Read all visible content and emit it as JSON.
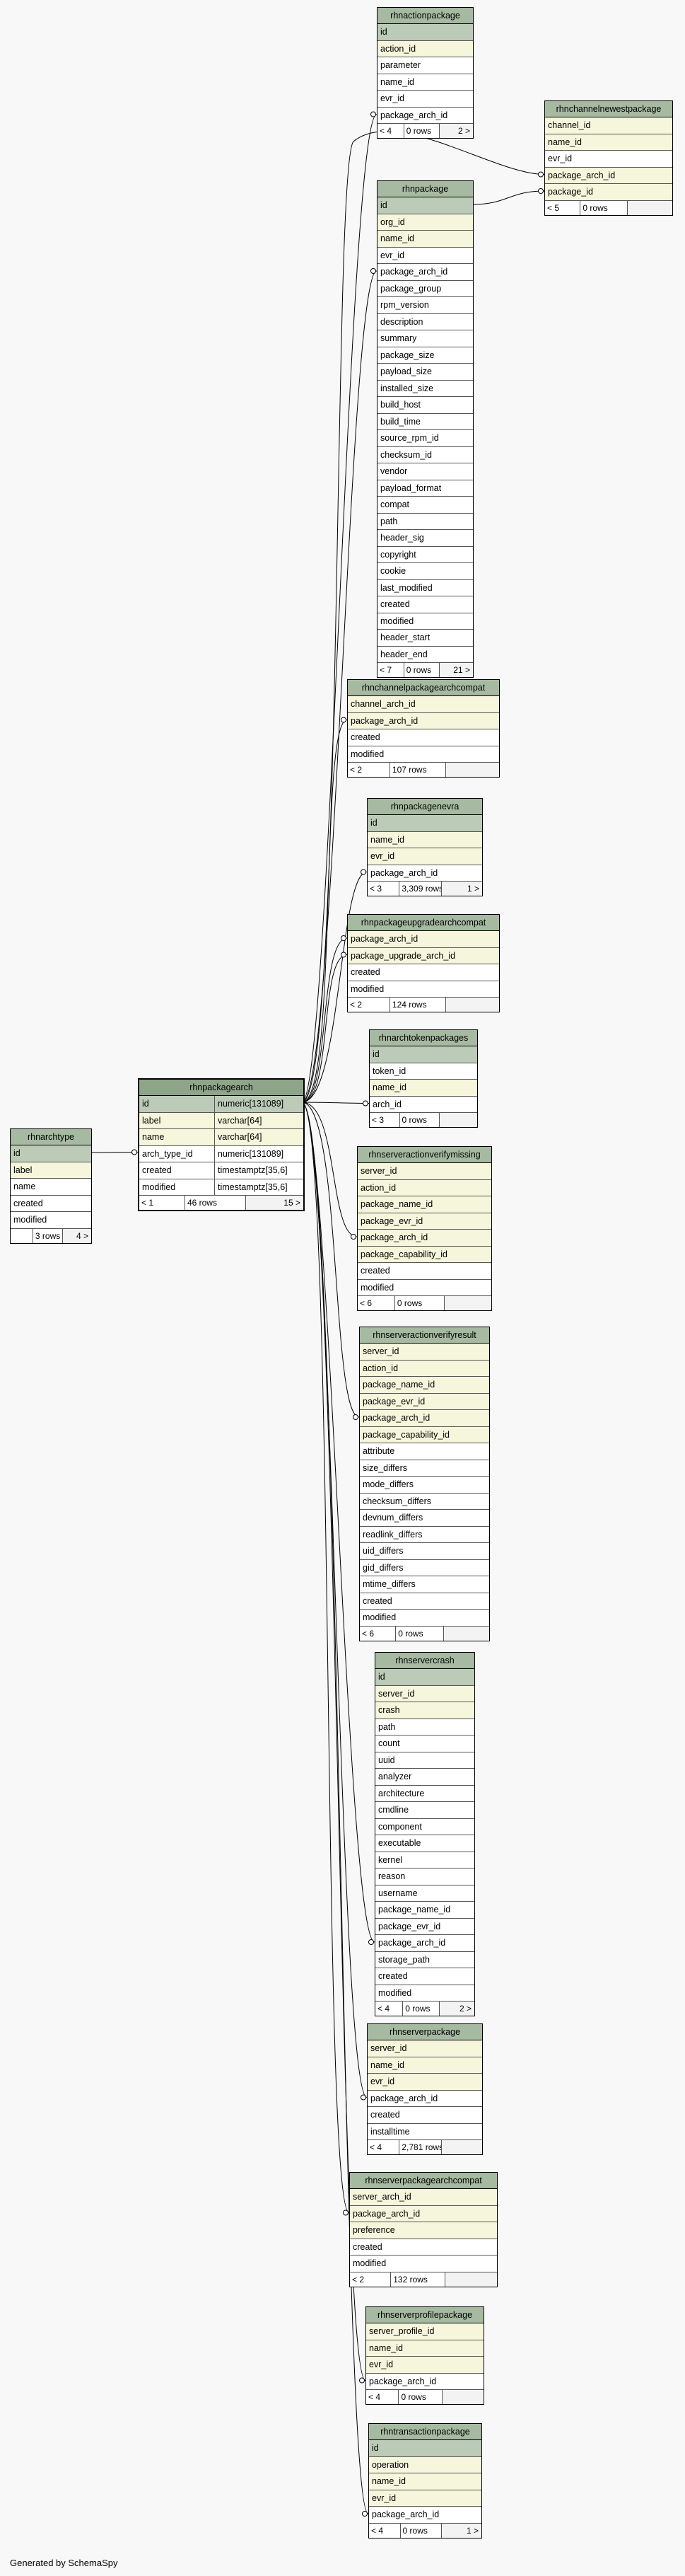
{
  "footer_text": "Generated by SchemaSpy",
  "tables": {
    "rhnactionpackage": {
      "title": "rhnactionpackage",
      "columns": [
        {
          "name": "id",
          "kind": "pk"
        },
        {
          "name": "action_id",
          "kind": "fk"
        },
        {
          "name": "parameter",
          "kind": "plain"
        },
        {
          "name": "name_id",
          "kind": "plain"
        },
        {
          "name": "evr_id",
          "kind": "plain"
        },
        {
          "name": "package_arch_id",
          "kind": "plain"
        }
      ],
      "footer": [
        "< 4",
        "0 rows",
        "2 >"
      ]
    },
    "rhnchannelnewestpackage": {
      "title": "rhnchannelnewestpackage",
      "columns": [
        {
          "name": "channel_id",
          "kind": "fk"
        },
        {
          "name": "name_id",
          "kind": "fk"
        },
        {
          "name": "evr_id",
          "kind": "plain"
        },
        {
          "name": "package_arch_id",
          "kind": "fk"
        },
        {
          "name": "package_id",
          "kind": "fk"
        }
      ],
      "footer": [
        "< 5",
        "0 rows",
        ""
      ]
    },
    "rhnpackage": {
      "title": "rhnpackage",
      "columns": [
        {
          "name": "id",
          "kind": "pk"
        },
        {
          "name": "org_id",
          "kind": "fk"
        },
        {
          "name": "name_id",
          "kind": "fk"
        },
        {
          "name": "evr_id",
          "kind": "plain"
        },
        {
          "name": "package_arch_id",
          "kind": "plain"
        },
        {
          "name": "package_group",
          "kind": "plain"
        },
        {
          "name": "rpm_version",
          "kind": "plain"
        },
        {
          "name": "description",
          "kind": "plain"
        },
        {
          "name": "summary",
          "kind": "plain"
        },
        {
          "name": "package_size",
          "kind": "plain"
        },
        {
          "name": "payload_size",
          "kind": "plain"
        },
        {
          "name": "installed_size",
          "kind": "plain"
        },
        {
          "name": "build_host",
          "kind": "plain"
        },
        {
          "name": "build_time",
          "kind": "plain"
        },
        {
          "name": "source_rpm_id",
          "kind": "plain"
        },
        {
          "name": "checksum_id",
          "kind": "plain"
        },
        {
          "name": "vendor",
          "kind": "plain"
        },
        {
          "name": "payload_format",
          "kind": "plain"
        },
        {
          "name": "compat",
          "kind": "plain"
        },
        {
          "name": "path",
          "kind": "plain"
        },
        {
          "name": "header_sig",
          "kind": "plain"
        },
        {
          "name": "copyright",
          "kind": "plain"
        },
        {
          "name": "cookie",
          "kind": "plain"
        },
        {
          "name": "last_modified",
          "kind": "plain"
        },
        {
          "name": "created",
          "kind": "plain"
        },
        {
          "name": "modified",
          "kind": "plain"
        },
        {
          "name": "header_start",
          "kind": "plain"
        },
        {
          "name": "header_end",
          "kind": "plain"
        }
      ],
      "footer": [
        "< 7",
        "0 rows",
        "21 >"
      ]
    },
    "rhnchannelpackagearchcompat": {
      "title": "rhnchannelpackagearchcompat",
      "columns": [
        {
          "name": "channel_arch_id",
          "kind": "fk"
        },
        {
          "name": "package_arch_id",
          "kind": "fk"
        },
        {
          "name": "created",
          "kind": "plain"
        },
        {
          "name": "modified",
          "kind": "plain"
        }
      ],
      "footer": [
        "< 2",
        "107 rows",
        ""
      ]
    },
    "rhnpackagenevra": {
      "title": "rhnpackagenevra",
      "columns": [
        {
          "name": "id",
          "kind": "pk"
        },
        {
          "name": "name_id",
          "kind": "fk"
        },
        {
          "name": "evr_id",
          "kind": "fk"
        },
        {
          "name": "package_arch_id",
          "kind": "plain"
        }
      ],
      "footer": [
        "< 3",
        "3,309 rows",
        "1 >"
      ]
    },
    "rhnpackageupgradearchcompat": {
      "title": "rhnpackageupgradearchcompat",
      "columns": [
        {
          "name": "package_arch_id",
          "kind": "fk"
        },
        {
          "name": "package_upgrade_arch_id",
          "kind": "fk"
        },
        {
          "name": "created",
          "kind": "plain"
        },
        {
          "name": "modified",
          "kind": "plain"
        }
      ],
      "footer": [
        "< 2",
        "124 rows",
        ""
      ]
    },
    "rhnarchtypeapackages": {
      "title": "rhnarchtypepackages",
      "columns": [],
      "footer": []
    },
    "rhnarchtokenpackages": {
      "title": "rhnarchtokenpackages",
      "columns": [
        {
          "name": "id",
          "kind": "pk"
        },
        {
          "name": "token_id",
          "kind": "plain"
        },
        {
          "name": "name_id",
          "kind": "fk"
        },
        {
          "name": "arch_id",
          "kind": "plain"
        }
      ],
      "footer": [
        "< 3",
        "0 rows",
        ""
      ]
    },
    "rhnserveractionverifymissing": {
      "title": "rhnserveractionverifymissing",
      "columns": [
        {
          "name": "server_id",
          "kind": "fk"
        },
        {
          "name": "action_id",
          "kind": "fk"
        },
        {
          "name": "package_name_id",
          "kind": "fk"
        },
        {
          "name": "package_evr_id",
          "kind": "fk"
        },
        {
          "name": "package_arch_id",
          "kind": "fk"
        },
        {
          "name": "package_capability_id",
          "kind": "fk"
        },
        {
          "name": "created",
          "kind": "plain"
        },
        {
          "name": "modified",
          "kind": "plain"
        }
      ],
      "footer": [
        "< 6",
        "0 rows",
        ""
      ]
    },
    "rhnserveractionverifyresult": {
      "title": "rhnserveractionverifyresult",
      "columns": [
        {
          "name": "server_id",
          "kind": "fk"
        },
        {
          "name": "action_id",
          "kind": "fk"
        },
        {
          "name": "package_name_id",
          "kind": "fk"
        },
        {
          "name": "package_evr_id",
          "kind": "fk"
        },
        {
          "name": "package_arch_id",
          "kind": "fk"
        },
        {
          "name": "package_capability_id",
          "kind": "fk"
        },
        {
          "name": "attribute",
          "kind": "plain"
        },
        {
          "name": "size_differs",
          "kind": "plain"
        },
        {
          "name": "mode_differs",
          "kind": "plain"
        },
        {
          "name": "checksum_differs",
          "kind": "plain"
        },
        {
          "name": "devnum_differs",
          "kind": "plain"
        },
        {
          "name": "readlink_differs",
          "kind": "plain"
        },
        {
          "name": "uid_differs",
          "kind": "plain"
        },
        {
          "name": "gid_differs",
          "kind": "plain"
        },
        {
          "name": "mtime_differs",
          "kind": "plain"
        },
        {
          "name": "created",
          "kind": "plain"
        },
        {
          "name": "modified",
          "kind": "plain"
        }
      ],
      "footer": [
        "< 6",
        "0 rows",
        ""
      ]
    },
    "rhnservercrash": {
      "title": "rhnservercrash",
      "columns": [
        {
          "name": "id",
          "kind": "pk"
        },
        {
          "name": "server_id",
          "kind": "fk"
        },
        {
          "name": "crash",
          "kind": "fk"
        },
        {
          "name": "path",
          "kind": "plain"
        },
        {
          "name": "count",
          "kind": "plain"
        },
        {
          "name": "uuid",
          "kind": "plain"
        },
        {
          "name": "analyzer",
          "kind": "plain"
        },
        {
          "name": "architecture",
          "kind": "plain"
        },
        {
          "name": "cmdline",
          "kind": "plain"
        },
        {
          "name": "component",
          "kind": "plain"
        },
        {
          "name": "executable",
          "kind": "plain"
        },
        {
          "name": "kernel",
          "kind": "plain"
        },
        {
          "name": "reason",
          "kind": "plain"
        },
        {
          "name": "username",
          "kind": "plain"
        },
        {
          "name": "package_name_id",
          "kind": "plain"
        },
        {
          "name": "package_evr_id",
          "kind": "plain"
        },
        {
          "name": "package_arch_id",
          "kind": "plain"
        },
        {
          "name": "storage_path",
          "kind": "plain"
        },
        {
          "name": "created",
          "kind": "plain"
        },
        {
          "name": "modified",
          "kind": "plain"
        }
      ],
      "footer": [
        "< 4",
        "0 rows",
        "2 >"
      ]
    },
    "rhnserverpackage": {
      "title": "rhnserverpackage",
      "columns": [
        {
          "name": "server_id",
          "kind": "fk"
        },
        {
          "name": "name_id",
          "kind": "fk"
        },
        {
          "name": "evr_id",
          "kind": "fk"
        },
        {
          "name": "package_arch_id",
          "kind": "plain"
        },
        {
          "name": "created",
          "kind": "plain"
        },
        {
          "name": "installtime",
          "kind": "plain"
        }
      ],
      "footer": [
        "< 4",
        "2,781 rows",
        ""
      ]
    },
    "rhnserverpackagearchcompat": {
      "title": "rhnserverpackagearchcompat",
      "columns": [
        {
          "name": "server_arch_id",
          "kind": "fk"
        },
        {
          "name": "package_arch_id",
          "kind": "fk"
        },
        {
          "name": "preference",
          "kind": "fk"
        },
        {
          "name": "created",
          "kind": "plain"
        },
        {
          "name": "modified",
          "kind": "plain"
        }
      ],
      "footer": [
        "< 2",
        "132 rows",
        ""
      ]
    },
    "rhnserverprofilepackage": {
      "title": "rhnserverprofilepackage",
      "columns": [
        {
          "name": "server_profile_id",
          "kind": "fk"
        },
        {
          "name": "name_id",
          "kind": "fk"
        },
        {
          "name": "evr_id",
          "kind": "fk"
        },
        {
          "name": "package_arch_id",
          "kind": "plain"
        }
      ],
      "footer": [
        "< 4",
        "0 rows",
        ""
      ]
    },
    "rhntransactionpackage": {
      "title": "rhntransactionpackage",
      "columns": [
        {
          "name": "id",
          "kind": "pk"
        },
        {
          "name": "operation",
          "kind": "fk"
        },
        {
          "name": "name_id",
          "kind": "fk"
        },
        {
          "name": "evr_id",
          "kind": "fk"
        },
        {
          "name": "package_arch_id",
          "kind": "plain"
        }
      ],
      "footer": [
        "< 4",
        "0 rows",
        "1 >"
      ]
    },
    "rhnpackagearch": {
      "title": "rhnpackagearch",
      "columns": [
        {
          "name": "id",
          "type": "numeric[131089]",
          "kind": "pk"
        },
        {
          "name": "label",
          "type": "varchar[64]",
          "kind": "fk"
        },
        {
          "name": "name",
          "type": "varchar[64]",
          "kind": "fk"
        },
        {
          "name": "arch_type_id",
          "type": "numeric[131089]",
          "kind": "plain"
        },
        {
          "name": "created",
          "type": "timestamptz[35,6]",
          "kind": "plain"
        },
        {
          "name": "modified",
          "type": "timestamptz[35,6]",
          "kind": "plain"
        }
      ],
      "footer": [
        "< 1",
        "46 rows",
        "15 >"
      ]
    },
    "rhnarchtype": {
      "title": "rhnarchtype",
      "columns": [
        {
          "name": "id",
          "kind": "pk"
        },
        {
          "name": "label",
          "kind": "fk"
        },
        {
          "name": "name",
          "kind": "plain"
        },
        {
          "name": "created",
          "kind": "plain"
        },
        {
          "name": "modified",
          "kind": "plain"
        }
      ],
      "footer": [
        "",
        "3 rows",
        "4 >"
      ]
    }
  }
}
